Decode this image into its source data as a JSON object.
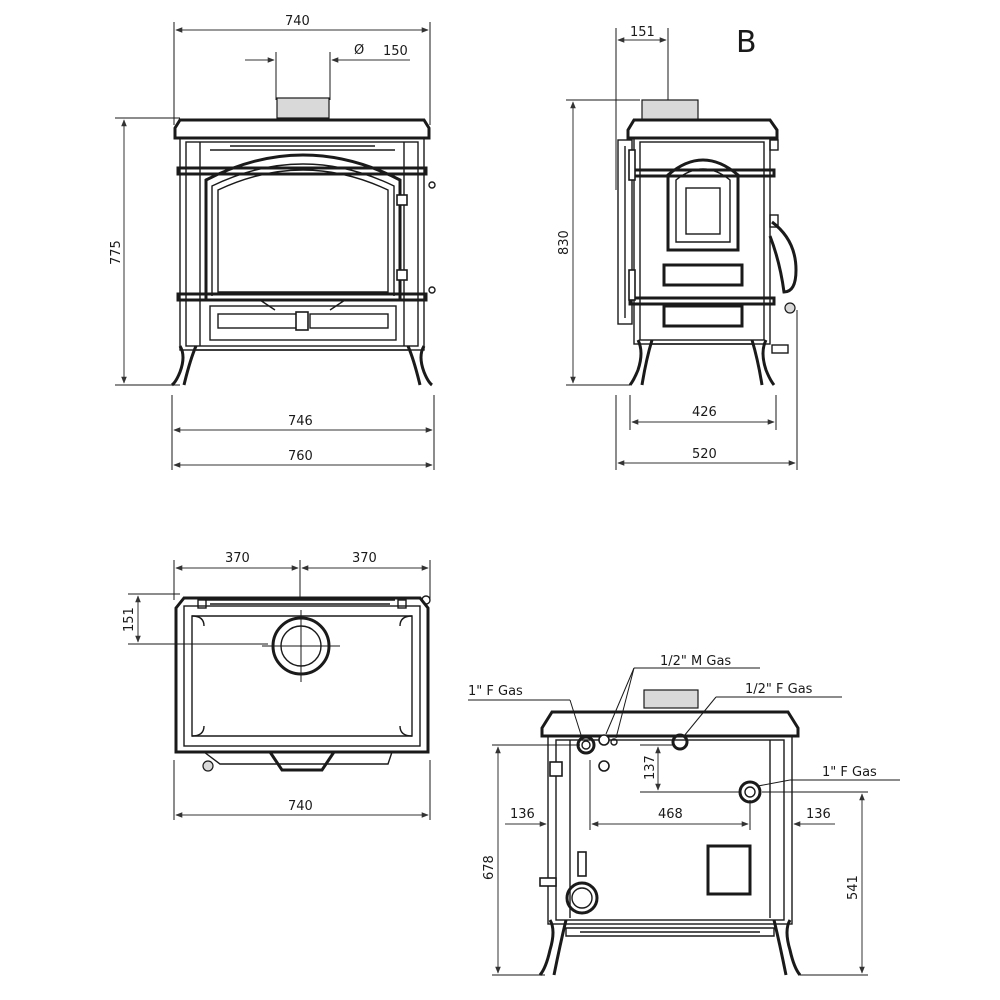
{
  "label_b": "B",
  "front": {
    "width_top": "740",
    "flue_diameter_symbol": "Ø",
    "flue_diameter": "150",
    "height": "775",
    "width_feet": "746",
    "width_total": "760"
  },
  "side": {
    "flue_offset": "151",
    "height": "830",
    "feet_depth": "426",
    "depth_total": "520"
  },
  "top": {
    "half_left": "370",
    "half_right": "370",
    "flue_offset": "151",
    "width": "740"
  },
  "rear": {
    "gas_1in_left": "1\" F Gas",
    "gas_half_m": "1/2\" M Gas",
    "gas_half_f": "1/2\" F Gas",
    "gas_1in_right": "1\" F Gas",
    "offset_137": "137",
    "left_136": "136",
    "center_468": "468",
    "right_136": "136",
    "height_678": "678",
    "height_541": "541"
  }
}
